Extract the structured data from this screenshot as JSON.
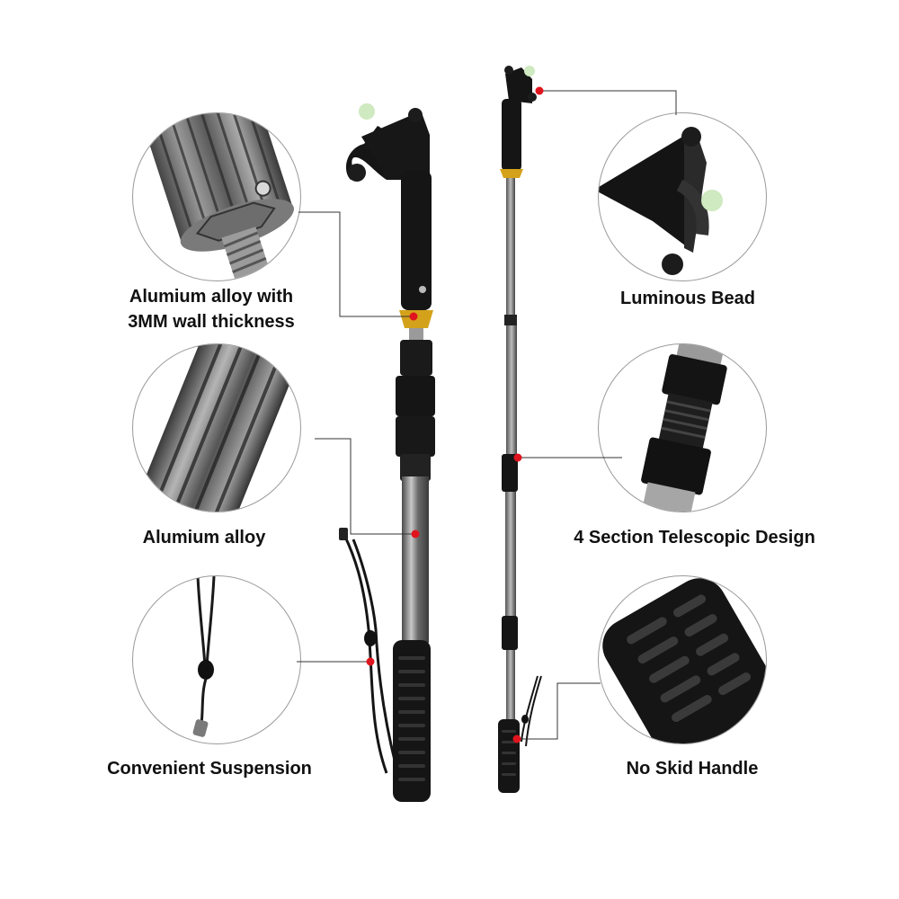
{
  "features": {
    "wall_thickness": {
      "line1": "Alumium alloy with",
      "line2": "3MM wall thickness"
    },
    "alloy": {
      "label": "Alumium alloy"
    },
    "suspension": {
      "label": "Convenient Suspension"
    },
    "bead": {
      "label": "Luminous Bead"
    },
    "telescopic": {
      "label": "4 Section Telescopic Design"
    },
    "handle": {
      "label": "No Skid Handle"
    }
  },
  "colors": {
    "marker": "#e0141e",
    "leader": "#333333",
    "bead": "#cfe9c0",
    "collar": "#d4a21a",
    "plastic": "#151515"
  }
}
